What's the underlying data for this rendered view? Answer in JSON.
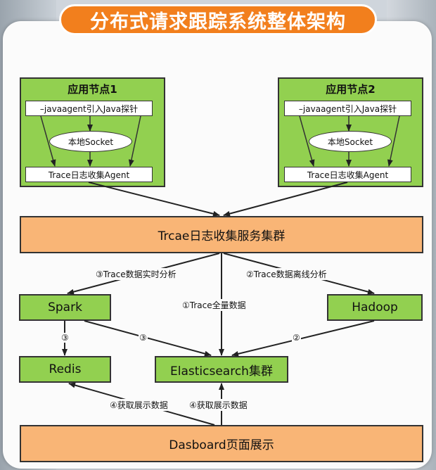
{
  "title": "分布式请求跟踪系统整体架构",
  "node1": {
    "title": "应用节点1",
    "probe": "–javaagent引入Java探针",
    "socket": "本地Socket",
    "agent": "Trace日志收集Agent"
  },
  "node2": {
    "title": "应用节点2",
    "probe": "–javaagent引入Java探针",
    "socket": "本地Socket",
    "agent": "Trace日志收集Agent"
  },
  "cluster": "Trcae日志收集服务集群",
  "spark": "Spark",
  "hadoop": "Hadoop",
  "redis": "Redis",
  "elasticsearch": "Elasticsearch集群",
  "dashboard": "Dasboard页面展示",
  "labels": {
    "realtime": "③Trace数据实时分析",
    "offline": "②Trace数据离线分析",
    "full": "①Trace全量数据",
    "spark_redis": "③",
    "spark_es": "③",
    "hadoop_es": "②",
    "fetch_redis": "④获取展示数据",
    "fetch_es": "④获取展示数据"
  },
  "colors": {
    "title_bg": "#f27f1d",
    "green": "#92d050",
    "orange": "#f9b576"
  }
}
